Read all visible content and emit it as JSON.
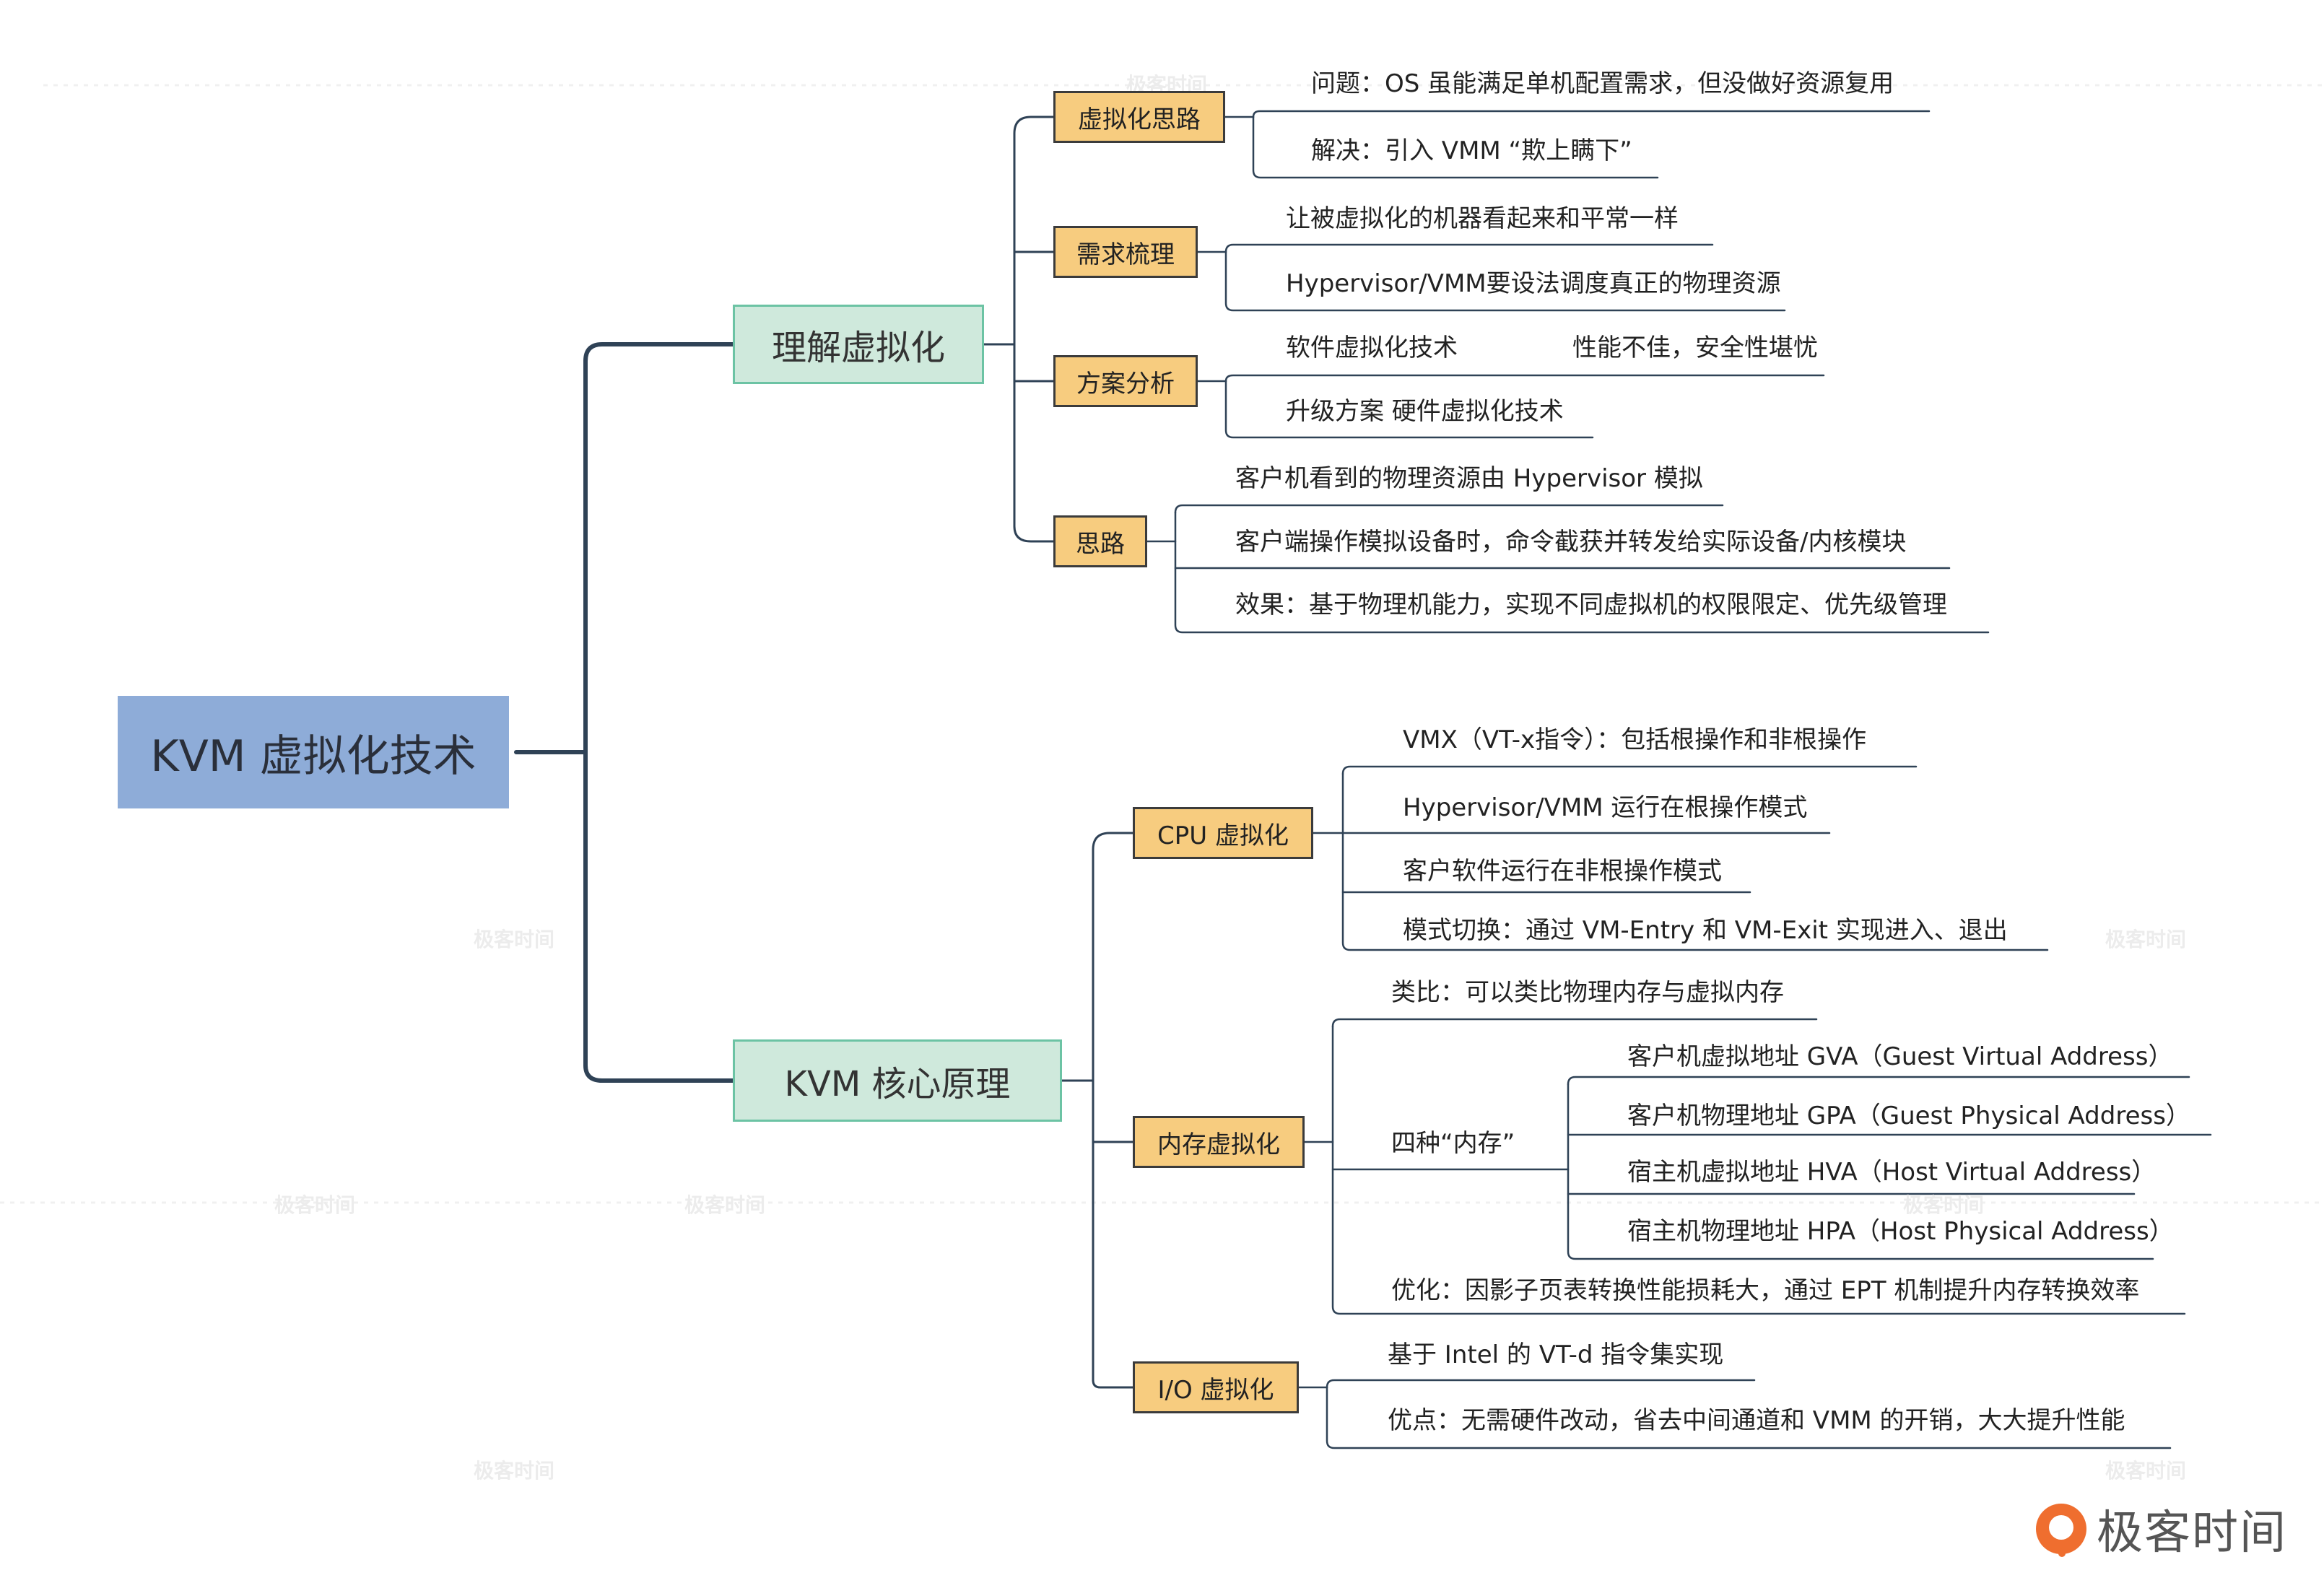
{
  "root": "KVM 虚拟化技术",
  "branches": [
    {
      "label": "理解虚拟化",
      "topics": [
        {
          "label": "虚拟化思路",
          "leaves": [
            "问题：OS 虽能满足单机配置需求，但没做好资源复用",
            "解决：引入 VMM “欺上瞒下”"
          ]
        },
        {
          "label": "需求梳理",
          "leaves": [
            "让被虚拟化的机器看起来和平常一样",
            "Hypervisor/VMM要设法调度真正的物理资源"
          ]
        },
        {
          "label": "方案分析",
          "leaves": [
            "软件虚拟化技术",
            "性能不佳，安全性堪忧",
            "升级方案 硬件虚拟化技术"
          ]
        },
        {
          "label": "思路",
          "leaves": [
            "客户机看到的物理资源由 Hypervisor 模拟",
            "客户端操作模拟设备时，命令截获并转发给实际设备/内核模块",
            "效果：基于物理机能力，实现不同虚拟机的权限限定、优先级管理"
          ]
        }
      ]
    },
    {
      "label": "KVM 核心原理",
      "topics": [
        {
          "label": "CPU 虚拟化",
          "leaves": [
            "VMX（VT-x指令）：包括根操作和非根操作",
            "Hypervisor/VMM 运行在根操作模式",
            "客户软件运行在非根操作模式",
            "模式切换：通过 VM-Entry 和 VM-Exit 实现进入、退出"
          ]
        },
        {
          "label": "内存虚拟化",
          "leaves": [
            "类比：可以类比物理内存与虚拟内存",
            "四种“内存”",
            "客户机虚拟地址 GVA（Guest Virtual Address）",
            "客户机物理地址 GPA（Guest Physical Address）",
            "宿主机虚拟地址 HVA（Host Virtual Address）",
            "宿主机物理地址 HPA（Host Physical Address）",
            "优化：因影子页表转换性能损耗大，通过 EPT 机制提升内存转换效率"
          ]
        },
        {
          "label": "I/O 虚拟化",
          "leaves": [
            "基于 Intel 的 VT-d 指令集实现",
            "优点：无需硬件改动，省去中间通道和 VMM 的开销，大大提升性能"
          ]
        }
      ]
    }
  ],
  "watermark": "极客时间",
  "logo_text": "极客时间",
  "colors": {
    "root": "#8eacd8",
    "branch": "#cfe9dc",
    "topic": "#f7cc7f",
    "line": "#2f4256"
  }
}
